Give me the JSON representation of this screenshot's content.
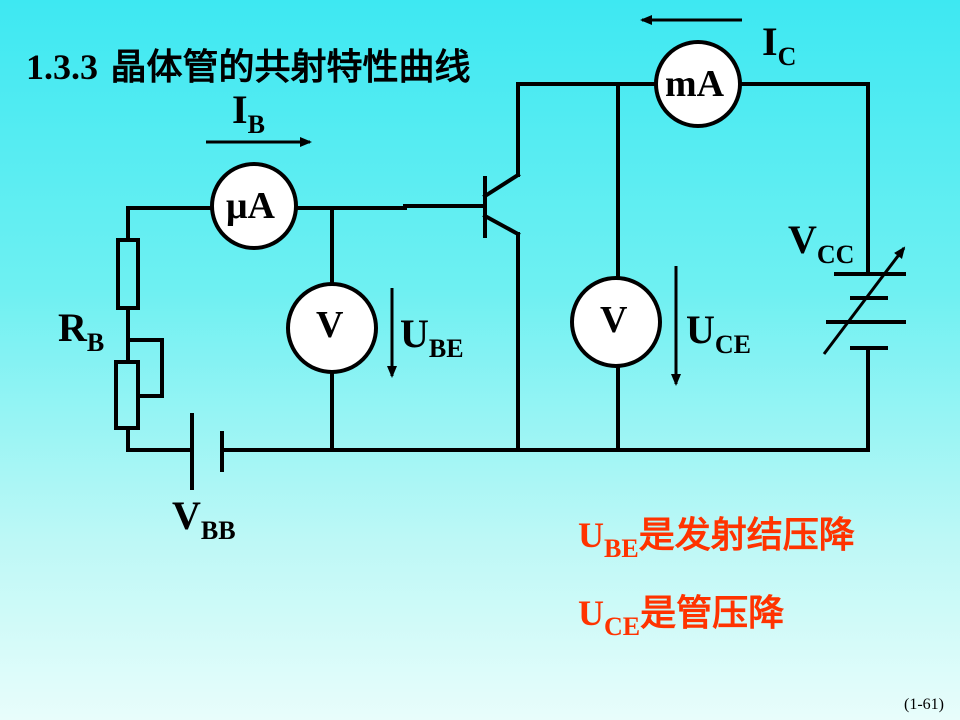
{
  "title": {
    "number": "1.3.3",
    "text": "晶体管的共射特性曲线"
  },
  "meters": {
    "microammeter": "μA",
    "milliammeter": "mA",
    "voltmeter_be": "V",
    "voltmeter_ce": "V"
  },
  "labels": {
    "ib": {
      "main": "I",
      "sub": "B"
    },
    "ic": {
      "main": "I",
      "sub": "C"
    },
    "rb": {
      "main": "R",
      "sub": "B"
    },
    "vbb": {
      "main": "V",
      "sub": "BB"
    },
    "vcc": {
      "main": "V",
      "sub": "CC"
    },
    "ube": {
      "main": "U",
      "sub": "BE"
    },
    "uce": {
      "main": "U",
      "sub": "CE"
    }
  },
  "notes": [
    {
      "main": "U",
      "sub": "BE",
      "text": "是发射结压降"
    },
    {
      "main": "U",
      "sub": "CE",
      "text": "是管压降"
    }
  ],
  "page_number": "(1-61)",
  "colors": {
    "background_top": "#3ee8f2",
    "background_bottom": "#e8fdfb",
    "note": "#ff3300",
    "wire": "#000000"
  }
}
